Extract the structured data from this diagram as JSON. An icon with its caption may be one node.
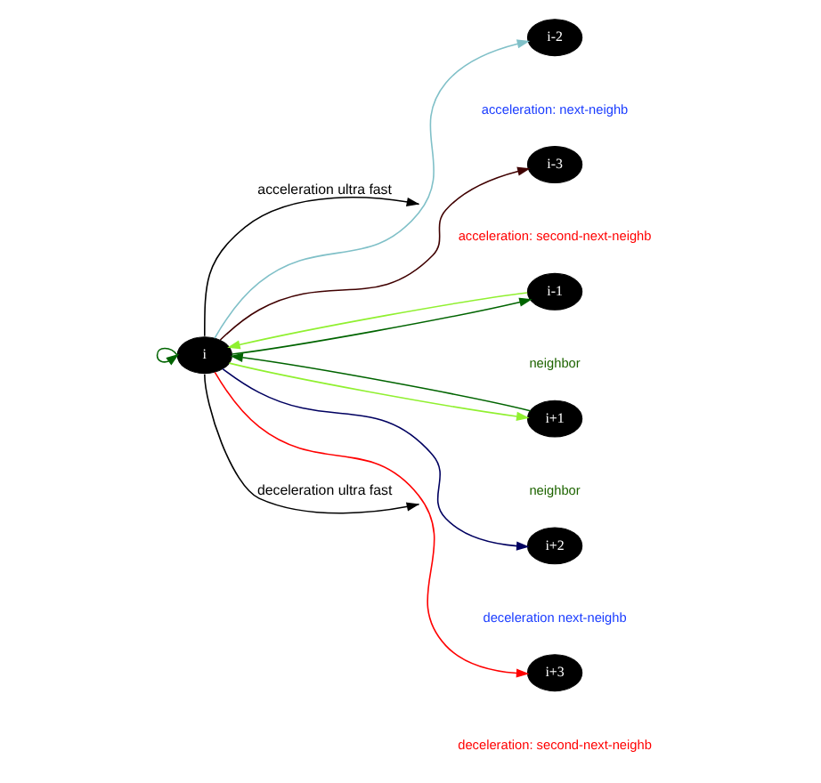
{
  "diagram": {
    "nodes": [
      {
        "text": [
          "i"
        ]
      },
      {
        "text": [
          "i-2"
        ],
        "beside": [
          "acceleration: next-neighb"
        ]
      },
      {
        "text": [
          "i-3"
        ],
        "beside": [
          "acceleration: second-next-neighb"
        ]
      },
      {
        "text": [
          "i-1"
        ],
        "beside": [
          "neighbor"
        ]
      },
      {
        "text": [
          "i+1"
        ],
        "beside": [
          "neighbor"
        ]
      },
      {
        "text": [
          "i+2"
        ],
        "beside": [
          "deceleration next-neighb"
        ]
      },
      {
        "text": [
          "i+3"
        ],
        "beside": [
          "deceleration: second-next-neighb"
        ]
      }
    ],
    "edges": [
      {
        "from": 0,
        "to": 0,
        "arrow": "to",
        "color": "#006400"
      },
      {
        "from": 0,
        "to": 1,
        "arrow": "to",
        "color": "#80c0c8"
      },
      {
        "from": 0,
        "to": null,
        "arrow": "to",
        "label": "acceleration ultra fast",
        "color": "#000000"
      },
      {
        "from": 0,
        "to": 2,
        "arrow": "to",
        "color": "#400000"
      },
      {
        "from": 3,
        "to": 0,
        "arrow": "to",
        "color": "#90f030"
      },
      {
        "from": 0,
        "to": 3,
        "arrow": "to",
        "color": "#006400"
      },
      {
        "from": 0,
        "to": 4,
        "arrow": "to",
        "color": "#90f030"
      },
      {
        "from": 4,
        "to": 0,
        "arrow": "to",
        "color": "#006400"
      },
      {
        "from": 0,
        "to": 5,
        "arrow": "to",
        "color": "#000060"
      },
      {
        "from": 0,
        "to": null,
        "arrow": "to",
        "label": "deceleration ultra fast",
        "color": "#000000"
      },
      {
        "from": 0,
        "to": 6,
        "arrow": "to",
        "color": "#ff0000"
      }
    ]
  }
}
